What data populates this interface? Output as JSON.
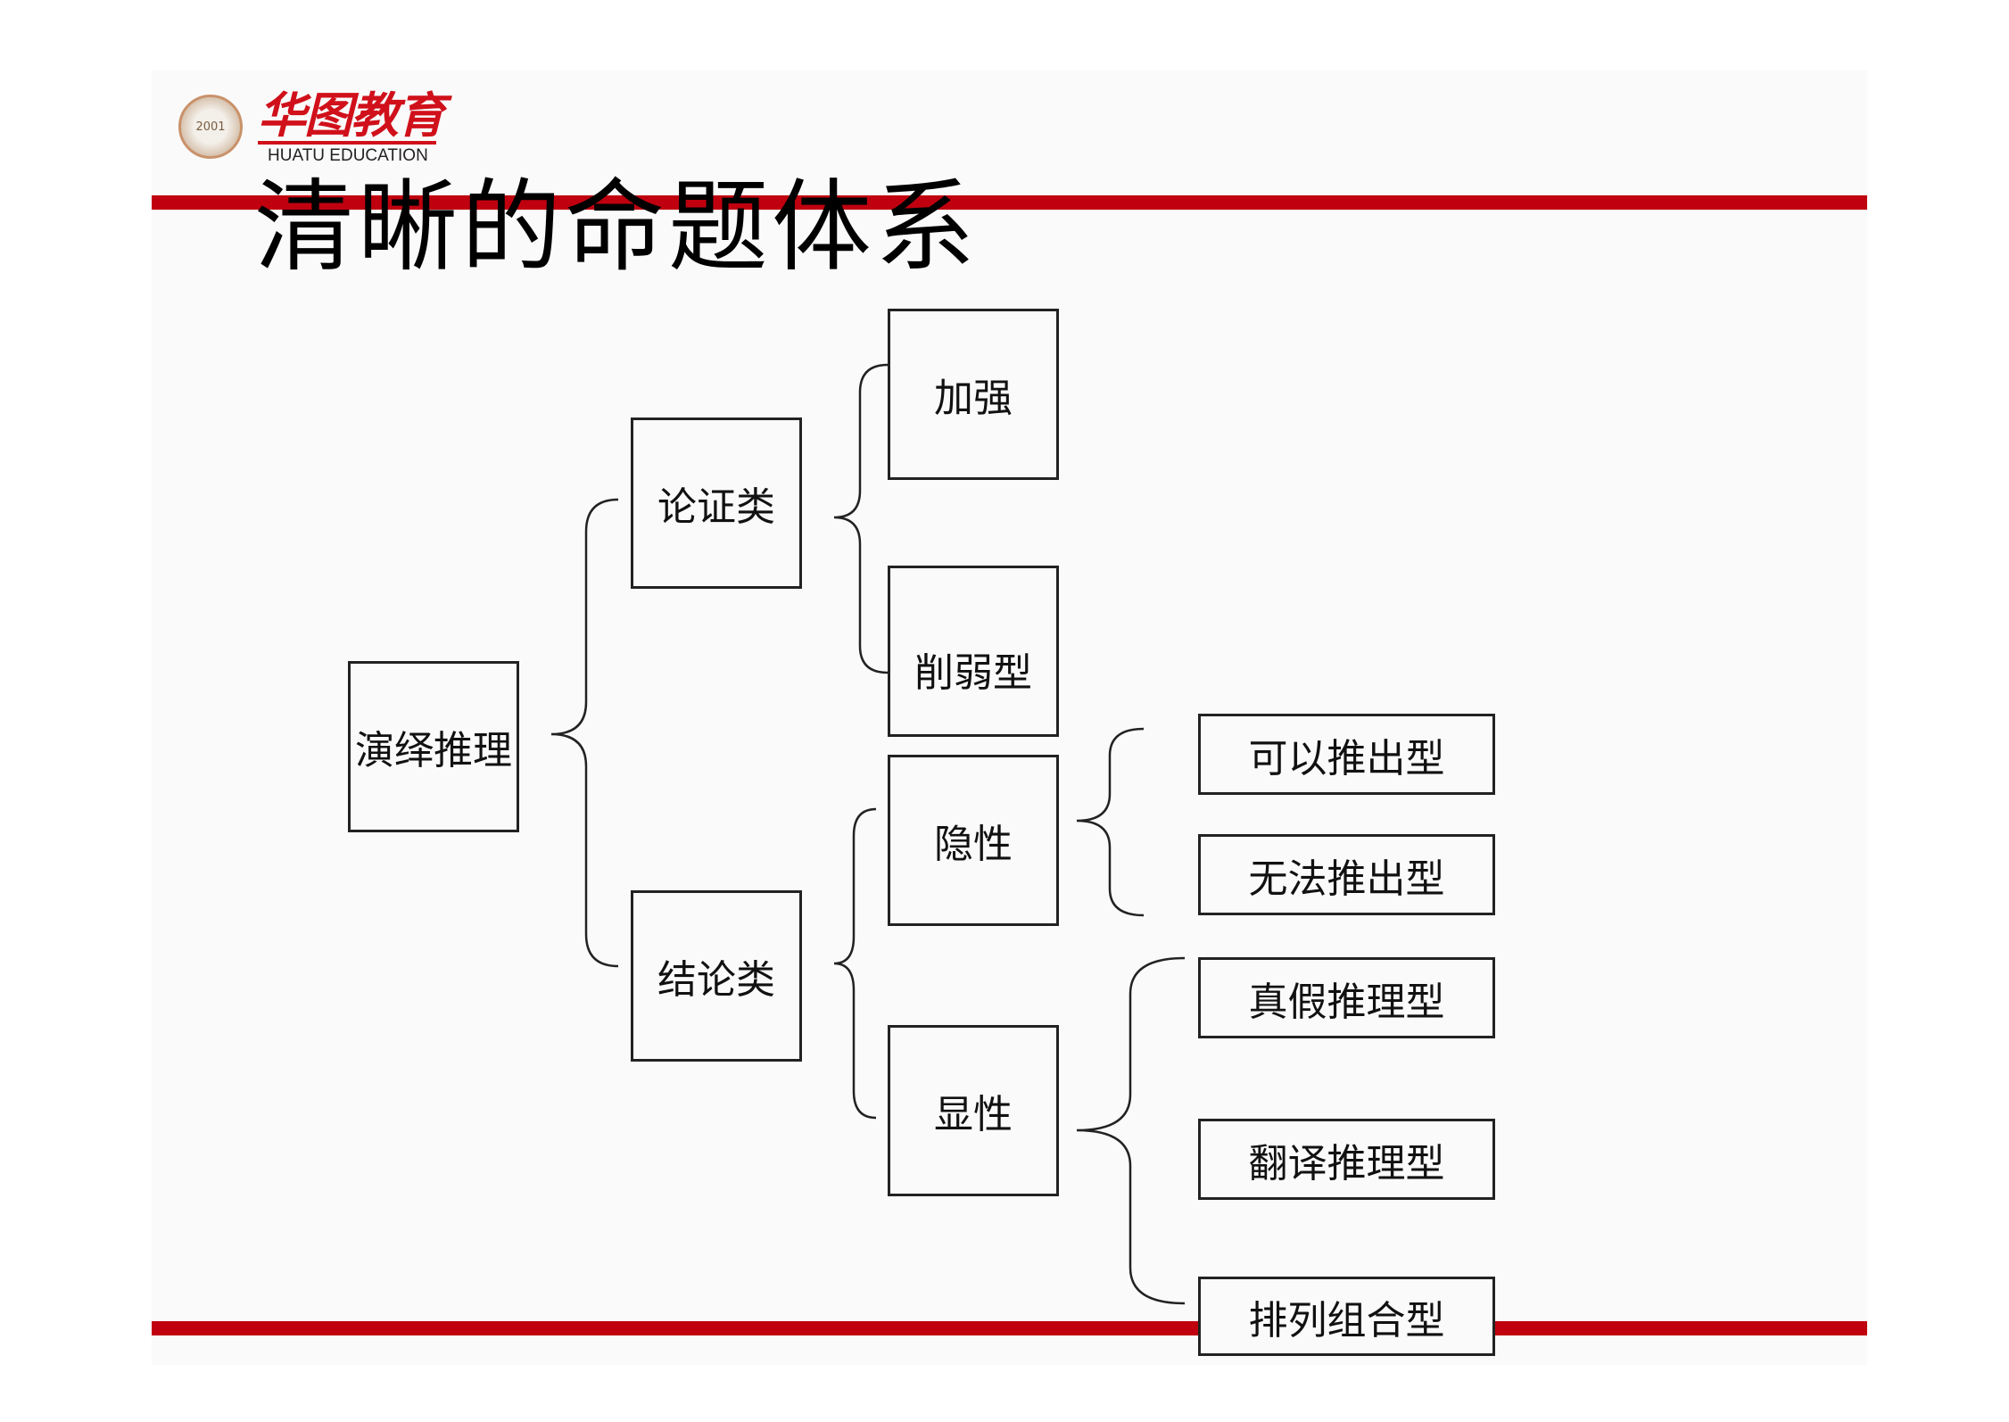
{
  "logo": {
    "cn": "华图教育",
    "en": "HUATU EDUCATION",
    "seal_year": "2001"
  },
  "title": "清晰的命题体系",
  "diagram": {
    "root": "演绎推理",
    "level1": [
      "论证类",
      "结论类"
    ],
    "argument": [
      "加强",
      "削弱型"
    ],
    "conclusion": [
      "隐性",
      "显性"
    ],
    "implicit": [
      "可以推出型",
      "无法推出型"
    ],
    "explicit": [
      "真假推理型",
      "翻译推理型",
      "排列组合型"
    ]
  },
  "colors": {
    "accent": "#c0000f",
    "line": "#222222"
  }
}
